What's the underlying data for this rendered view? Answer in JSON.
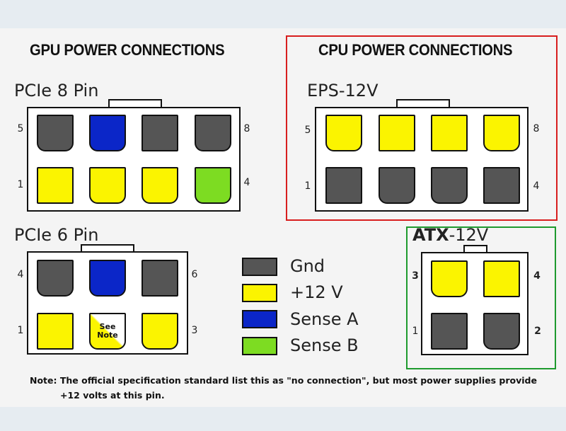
{
  "gpu_title": "GPU POWER CONNECTIONS",
  "cpu_title": "CPU POWER CONNECTIONS",
  "connectors": {
    "pcie8": {
      "label": "PCIe 8 Pin",
      "pin_top_left": "5",
      "pin_top_right": "8",
      "pin_bottom_left": "1",
      "pin_bottom_right": "4"
    },
    "pcie6": {
      "label": "PCIe 6 Pin",
      "pin_top_left": "4",
      "pin_top_right": "6",
      "pin_bottom_left": "1",
      "pin_bottom_right": "3"
    },
    "eps12v": {
      "label": "EPS-12V",
      "pin_top_left": "5",
      "pin_top_right": "8",
      "pin_bottom_left": "1",
      "pin_bottom_right": "4"
    },
    "atx12v": {
      "label_bold": "ATX",
      "label_rest": "-12V",
      "pin_top_left": "3",
      "pin_top_right": "4",
      "pin_bottom_left": "1",
      "pin_bottom_right": "2"
    }
  },
  "see_note_line1": "See",
  "see_note_line2": "Note",
  "legend": [
    {
      "label": "Gnd",
      "color": "#555555"
    },
    {
      "label": "+12 V",
      "color": "#fbf400"
    },
    {
      "label": "Sense A",
      "color": "#0b26c8"
    },
    {
      "label": "Sense B",
      "color": "#7ddc22"
    }
  ],
  "frame_colors": {
    "cpu": "#d81e1e",
    "atx": "#1e9a2e"
  },
  "note_line1": "Note: The official specification standard list this as \"no connection\", but most power supplies provide",
  "note_line2": "+12 volts at this pin."
}
